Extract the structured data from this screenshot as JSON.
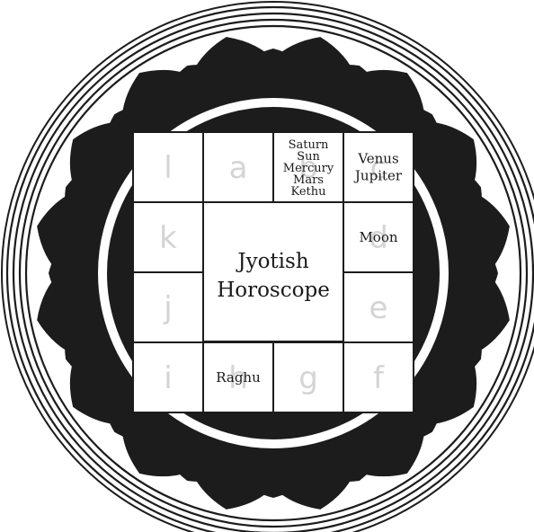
{
  "center": {
    "line1": "Jyotish",
    "line2": "Horoscope"
  },
  "houses": {
    "l": {
      "letter": "l",
      "planets": []
    },
    "a": {
      "letter": "a",
      "planets": []
    },
    "b": {
      "letter": "b",
      "planets": [
        "Saturn",
        "Sun",
        "Mercury",
        "Mars",
        "Kethu"
      ]
    },
    "c": {
      "letter": "c",
      "planets": [
        "Venus",
        "Jupiter"
      ]
    },
    "k": {
      "letter": "k",
      "planets": []
    },
    "d": {
      "letter": "d",
      "planets": [
        "Moon"
      ]
    },
    "j": {
      "letter": "j",
      "planets": []
    },
    "e": {
      "letter": "e",
      "planets": []
    },
    "i": {
      "letter": "i",
      "planets": []
    },
    "h": {
      "letter": "h",
      "planets": [
        "Raghu"
      ]
    },
    "g": {
      "letter": "g",
      "planets": []
    },
    "f": {
      "letter": "f",
      "planets": []
    }
  },
  "colors": {
    "lotus": "#1c1c1c",
    "ring": "#1c1c1c",
    "background": "#ffffff",
    "letter": "#d4d4d4"
  }
}
